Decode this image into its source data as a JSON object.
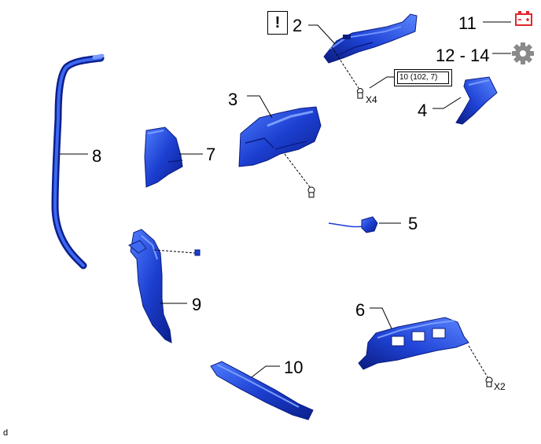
{
  "labels": {
    "p2": "2",
    "p3": "3",
    "p4": "4",
    "p5": "5",
    "p6": "6",
    "p7": "7",
    "p8": "8",
    "p9": "9",
    "p10": "10",
    "p11": "11",
    "p12": "12 - 14"
  },
  "warning_mark": "!",
  "torque_spec": "10 (102, 7)",
  "multipliers": {
    "bolts_part2": "X4",
    "bolts_part6": "X2"
  },
  "corner_code": "d",
  "icons": {
    "battery": "battery-icon",
    "gear": "gear-icon"
  },
  "colors": {
    "part_fill": "#1c3fd0",
    "part_highlight": "#4f7dff",
    "part_dark": "#0b1f8c",
    "battery_red": "#e2262b",
    "gear_gray": "#8a8a8a"
  }
}
